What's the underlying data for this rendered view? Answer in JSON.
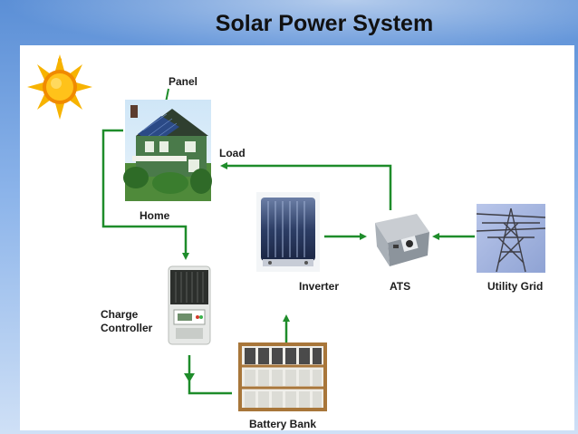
{
  "slide": {
    "title": "Solar Power System"
  },
  "diagram": {
    "nodes": {
      "panel": "Panel",
      "home": "Home",
      "load": "Load",
      "inverter": "Inverter",
      "ats": "ATS",
      "utility_grid": "Utility Grid",
      "charge_controller": "Charge Controller",
      "battery_bank": "Battery Bank"
    },
    "colors": {
      "arrow": "#1e8c2a",
      "sun": "#f6a800",
      "background": "#ffffff"
    },
    "edges": [
      {
        "from": "home",
        "to": "charge_controller"
      },
      {
        "from": "charge_controller",
        "to": "battery_bank"
      },
      {
        "from": "battery_bank",
        "to": "inverter"
      },
      {
        "from": "inverter",
        "to": "ats"
      },
      {
        "from": "utility_grid",
        "to": "ats"
      },
      {
        "from": "ats",
        "to": "load"
      }
    ]
  }
}
